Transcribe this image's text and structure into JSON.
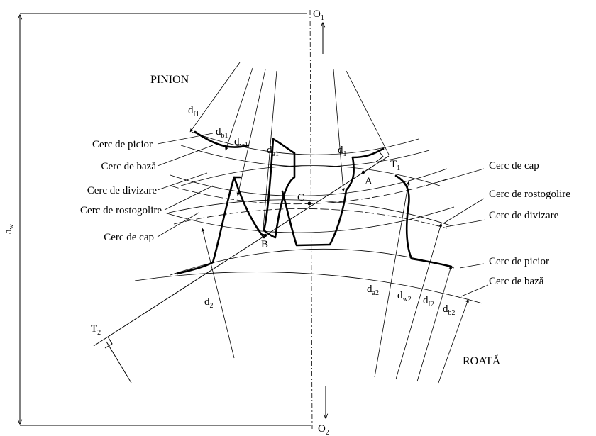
{
  "titles": {
    "pinion": "PINION",
    "wheel": "ROATĂ"
  },
  "left_labels": {
    "root_circle": "Cerc de picior",
    "base_circle": "Cerc de bază",
    "pitch_circle": "Cerc de divizare",
    "rolling_circle": "Cerc de rostogolire",
    "tip_circle": "Cerc de cap"
  },
  "right_labels": {
    "tip_circle": "Cerc de cap",
    "rolling_circle": "Cerc de rostogolire",
    "pitch_circle": "Cerc de divizare",
    "root_circle": "Cerc de picior",
    "base_circle": "Cerc de bază"
  },
  "points": {
    "o1": {
      "main": "O",
      "sub": "1"
    },
    "o2": {
      "main": "O",
      "sub": "2"
    },
    "c": {
      "main": "C",
      "sub": ""
    },
    "a": {
      "main": "A",
      "sub": ""
    },
    "b": {
      "main": "B",
      "sub": ""
    },
    "t1": {
      "main": "T",
      "sub": "1"
    },
    "t2": {
      "main": "T",
      "sub": "2"
    }
  },
  "dimensions": {
    "aw": {
      "main": "a",
      "sub": "w"
    },
    "df1": {
      "main": "d",
      "sub": "f1"
    },
    "db1": {
      "main": "d",
      "sub": "b1"
    },
    "dw1": {
      "main": "d",
      "sub": "w1"
    },
    "da1": {
      "main": "d",
      "sub": "a1"
    },
    "d1": {
      "main": "d",
      "sub": "1"
    },
    "d2": {
      "main": "d",
      "sub": "2"
    },
    "da2": {
      "main": "d",
      "sub": "a2"
    },
    "dw2": {
      "main": "d",
      "sub": "w2"
    },
    "df2": {
      "main": "d",
      "sub": "f2"
    },
    "db2": {
      "main": "d",
      "sub": "b2"
    }
  }
}
